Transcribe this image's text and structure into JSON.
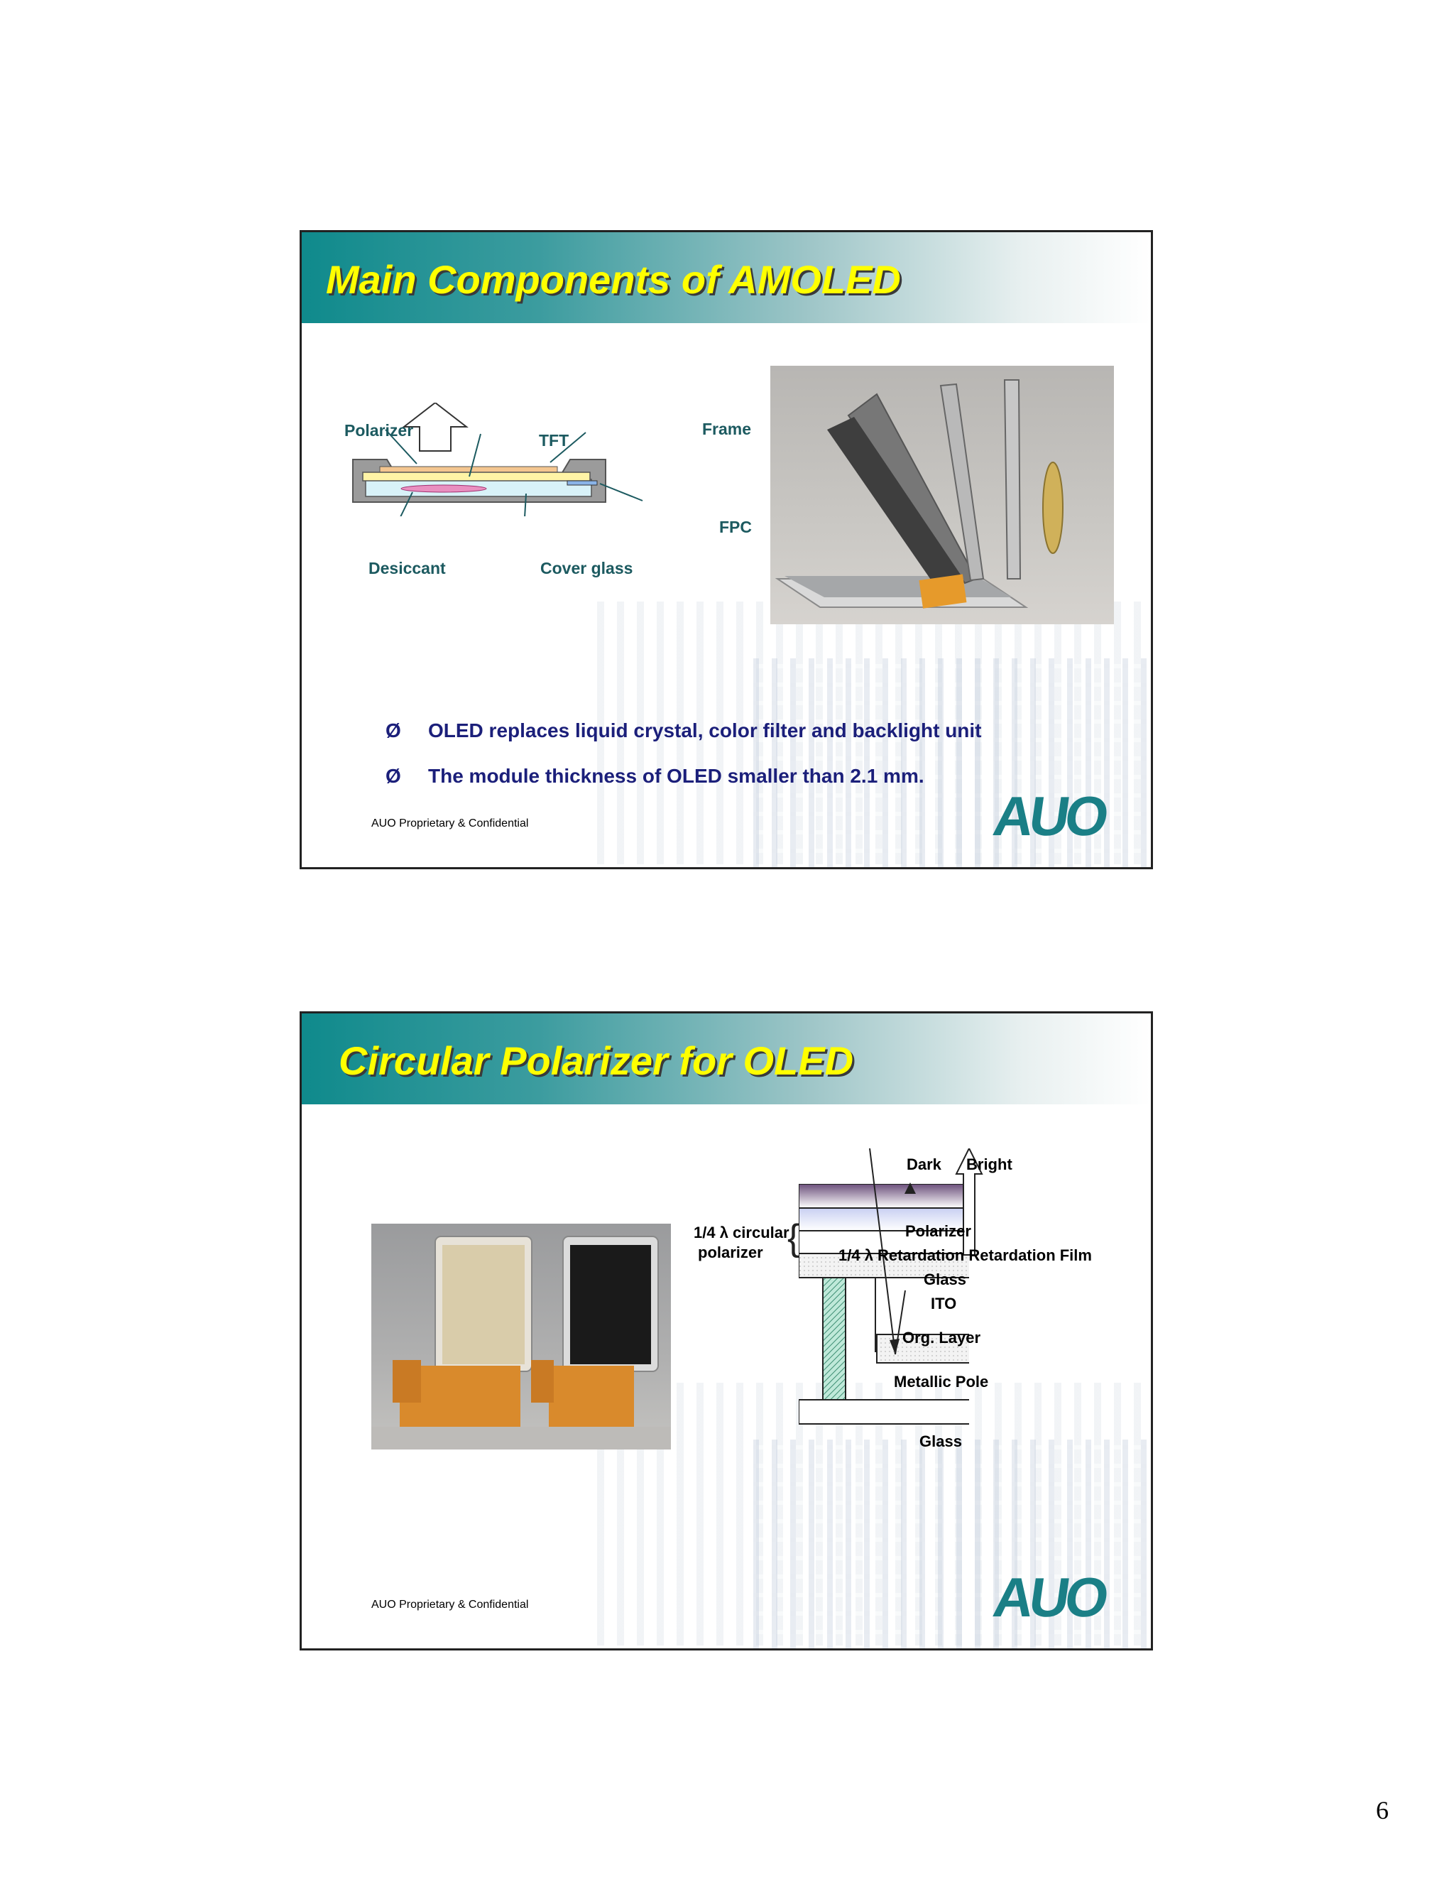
{
  "page_number": "6",
  "slides": [
    {
      "title": "Main Components of AMOLED",
      "diagram_labels": {
        "polarizer": "Polarizer",
        "tft": "TFT",
        "frame": "Frame",
        "fpc": "FPC",
        "desiccant": "Desiccant",
        "cover_glass": "Cover glass"
      },
      "bullets": [
        "OLED replaces liquid crystal, color filter and backlight unit",
        "The module thickness of OLED smaller than 2.1 mm."
      ],
      "bullet_mark": "Ø",
      "footer": "AUO Proprietary & Confidential",
      "logo": "AUO"
    },
    {
      "title": "Circular Polarizer for OLED",
      "diagram_labels": {
        "dark": "Dark",
        "bright": "Bright",
        "circular_polarizer_line1": "1/4 λ circular",
        "circular_polarizer_line2": "polarizer",
        "polarizer": "Polarizer",
        "retardation": "1/4  λ  Retardation Retardation Film",
        "glass_top": "Glass",
        "ito": "ITO",
        "org_layer": "Org. Layer",
        "metallic_pole": "Metallic Pole",
        "glass_bottom": "Glass"
      },
      "footer": "AUO Proprietary & Confidential",
      "logo": "AUO"
    }
  ]
}
